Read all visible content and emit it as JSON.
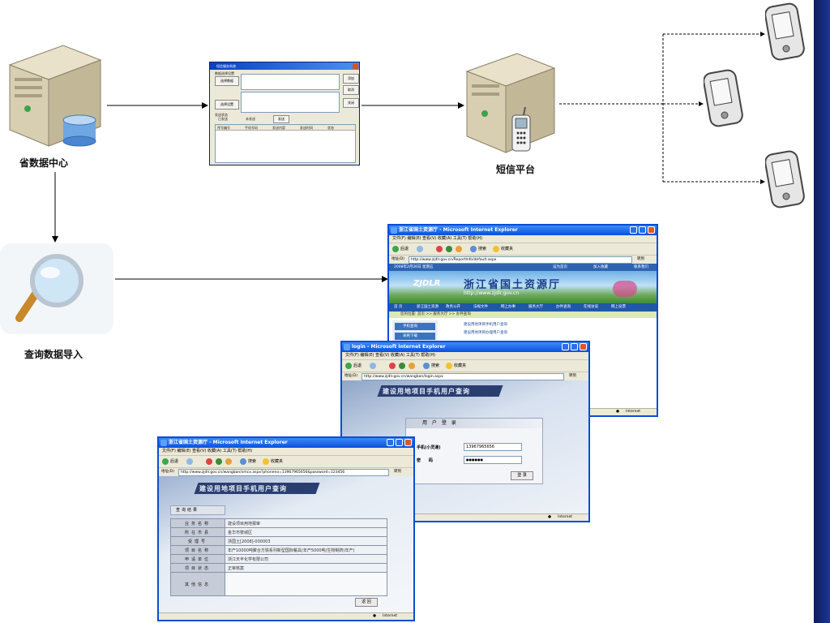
{
  "labels": {
    "data_center": "省数据中心",
    "sms_platform": "短信平台",
    "query_import": "查询数据导入"
  },
  "dialog": {
    "title": "短信服务系统",
    "groups": [
      "数据选择设置",
      "发送状态",
      "选择要发送的数据"
    ],
    "buttons": [
      "选择数据",
      "选择设置",
      "添加",
      "取消",
      "关闭",
      "发送"
    ],
    "options": [
      "已发送",
      "未发送"
    ],
    "columns": [
      "序号编号",
      "手机号码",
      "发送内容",
      "发送时间",
      "状态"
    ]
  },
  "browser_common": {
    "menu": "文件(F)  编辑(E)  查看(V)  收藏(A)  工具(T)  帮助(H)",
    "back": "后退",
    "search": "搜索",
    "favorites": "收藏夹",
    "address_label": "地址(D)",
    "go": "转到",
    "status_text": "Internet"
  },
  "browser_back": {
    "title": "浙江省国土资源厅 - Microsoft Internet Explorer",
    "url": "http://www.zjdlr.gov.cn/ReportInfo/default.aspx",
    "date_bar": "2008年2月26日 星期五",
    "top_links": [
      "设为首页",
      "加入收藏",
      "联系我们"
    ],
    "banner_logo": "ZJDLR",
    "banner_title": "浙江省国土资源厅",
    "banner_url": "http://www.zjdlr.gov.cn",
    "nav": [
      "首 页",
      "浙江国土资源",
      "政务公开",
      "法规文件",
      "网上办事",
      "服务大厅",
      "办件查询",
      "在线访谈",
      "网上投票"
    ],
    "crumb": "您的位置: 首页 >> 服务大厅 >> 办件查询",
    "side": [
      "手机查询",
      "表格下载"
    ],
    "links": [
      "建设用地项目手机用户查询",
      "建设用地项目办理用户查询"
    ]
  },
  "browser_mid": {
    "title": "login - Microsoft Internet Explorer",
    "url": "http://www.zjdlr.gov.cn/wangban/login.aspx",
    "banner_title": "建设用地项目手机用户查询",
    "login_heading": "用 户 登 录",
    "phone_label": "手机(小灵通)",
    "phone_value": "13967965656",
    "password_label": "密　　码",
    "password_value": "●●●●●●",
    "login_button": "登 录"
  },
  "browser_front": {
    "title": "浙江省国土资源厅 - Microsoft Internet Explorer",
    "url": "http://www.zjdlr.gov.cn/wangban/xmcx.aspx?phoneno=13967965656&password=123456",
    "banner_title": "建设用地项目手机用户查询",
    "section": "查询结果",
    "rows": [
      {
        "key": "业务名称",
        "value": "建设项目用地报审"
      },
      {
        "key": "所在市县",
        "value": "金华市婺城区"
      },
      {
        "key": "受理号",
        "value": "浙国土[2008]-000003"
      },
      {
        "key": "项目名称",
        "value": "年产10000吨聚合方铁系列新型国际餐具(年产5000吨)生物制药(年产)"
      },
      {
        "key": "申请单位",
        "value": "浙江天丰化学有限公司"
      },
      {
        "key": "项目状态",
        "value": "正审核案"
      },
      {
        "key": "其他信息",
        "value": ""
      }
    ],
    "back_button": "返 回"
  }
}
